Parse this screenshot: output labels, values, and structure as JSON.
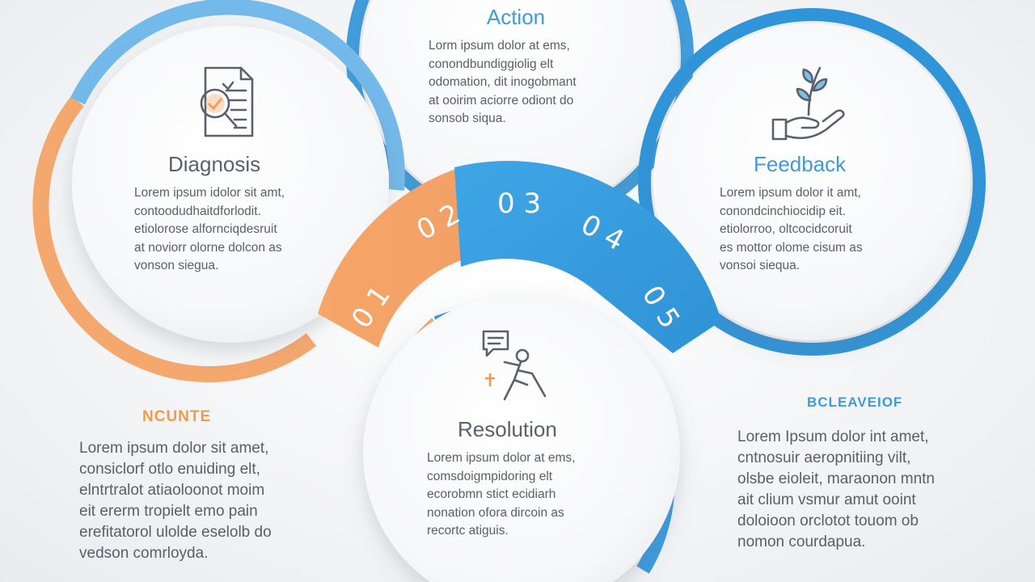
{
  "colors": {
    "orange": "#f5a76a",
    "blue": "#3c9fe0",
    "light_blue": "#6fb8ea",
    "title_gray": "#5b616a",
    "feedback_blue": "#3e9bd8",
    "heading_orange": "#f39a4e"
  },
  "icons": {
    "diagnosis": "document-magnifier-icon",
    "feedback": "hand-plant-icon",
    "resolution": "person-chat-icon"
  },
  "steps": {
    "action": {
      "title": "Action",
      "lines": [
        "Lorm ipsum dolor at ems,",
        "conondbundiggiolig elt",
        "odomation, dit inogobmant",
        "at ooirim aciorre odiont do",
        "sonsob siqua."
      ]
    },
    "diagnosis": {
      "title": "Diagnosis",
      "lines": [
        "Lorem ipsum idolor sit amt,",
        "contoodudhaitdforlodit.",
        "etiolorose alfornciqdesruit",
        "at noviorr olorne dolcon as",
        "vonson siegua."
      ]
    },
    "feedback": {
      "title": "Feedback",
      "lines": [
        "Lorem ipsum dolor it amt,",
        "conondcinchiocidip eit.",
        "etiolorroo, oltcocidcoruit",
        "es mottor olome cisum as",
        "vonsoi siequa."
      ]
    },
    "resolution": {
      "title": "Resolution",
      "lines": [
        "Lorem ipsum dolor at ems,",
        "comsdoigmpidoring elt",
        "ecorobmn stict ecidiarh",
        "nonation ofora dircoin as",
        "recortc atiguis."
      ]
    }
  },
  "numbers": [
    "0 1",
    "0 2",
    "0 3",
    "0 4",
    "0 5"
  ],
  "left_note": {
    "heading": "NCUNTE",
    "lines": [
      "Lorem ipsum dolor sit amet,",
      "consiclorf otlo enuiding elt,",
      "elntrtralot atiaoloonot moim",
      "eit ererm tropielt emo pain",
      "erefitatorol ulolde eselolb do",
      "vedson comrloyda."
    ]
  },
  "right_note": {
    "heading": "BCLEAVEIOF",
    "lines": [
      "Lorem Ipsum dolor int amet,",
      "cntnosuir aeropnitiing vilt,",
      "olsbe eioleit, maraonon mntn",
      "ait clium vsmur amut ooint",
      "doloioon orclotot touom ob",
      "nomon courdapua."
    ]
  }
}
